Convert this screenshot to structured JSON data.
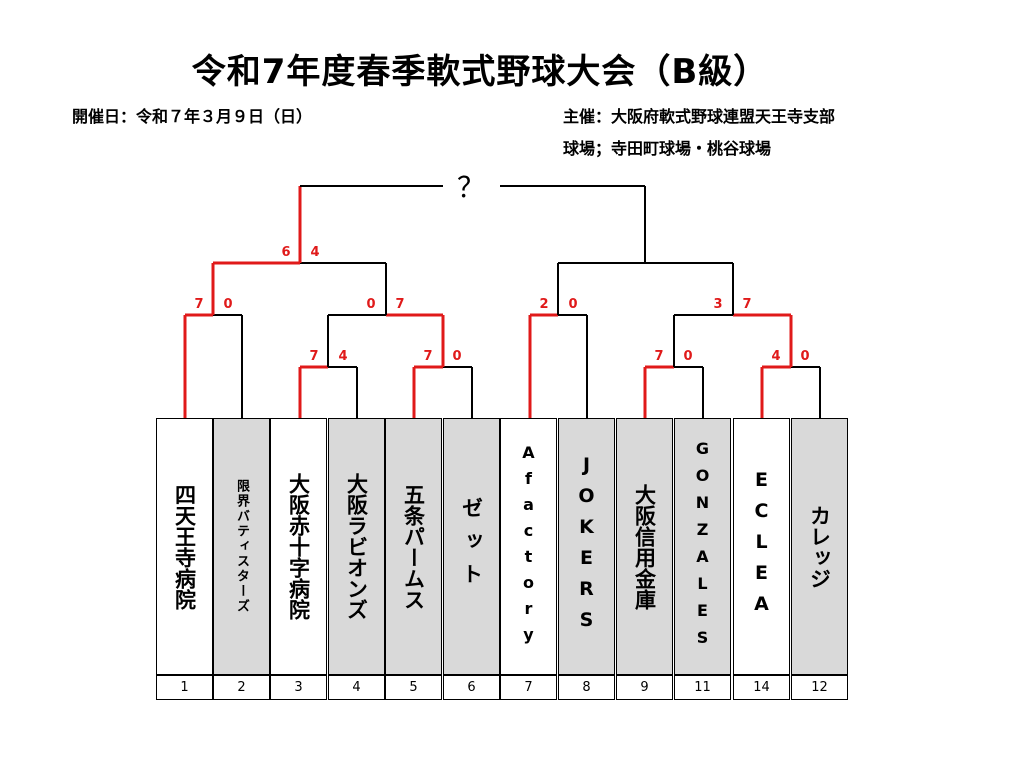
{
  "title": "令和7年度春季軟式野球大会（B級）",
  "date_line": "開催日：令和７年３月９日（日）",
  "organizer_line": "主催：大阪府軟式野球連盟天王寺支部",
  "venue_line": "球場；寺田町球場・桃谷球場",
  "champion_mark": "？",
  "colors": {
    "winner_line": "#e01a1a",
    "score": "#e01a1a",
    "shaded_cell": "#d9d9d9",
    "white_cell": "#ffffff"
  },
  "teams": [
    {
      "name": "四天王寺病院",
      "number": "1",
      "shaded": false
    },
    {
      "name": "限界バティスターズ",
      "number": "2",
      "shaded": true
    },
    {
      "name": "大阪赤十字病院",
      "number": "3",
      "shaded": false
    },
    {
      "name": "大阪ラビオンズ",
      "number": "4",
      "shaded": true
    },
    {
      "name": "五条パームス",
      "number": "5",
      "shaded": true
    },
    {
      "name": "ゼット",
      "number": "6",
      "shaded": true
    },
    {
      "name": "Afactory",
      "number": "7",
      "shaded": false
    },
    {
      "name": "JOKERS",
      "number": "8",
      "shaded": true
    },
    {
      "name": "大阪信用金庫",
      "number": "9",
      "shaded": true
    },
    {
      "name": "GONZALES",
      "number": "11",
      "shaded": true
    },
    {
      "name": "ECLEA",
      "number": "14",
      "shaded": false
    },
    {
      "name": "カレッジ",
      "number": "12",
      "shaded": true
    }
  ],
  "matches": [
    {
      "id": "r1-3v4",
      "score_left": "7",
      "score_right": "4"
    },
    {
      "id": "r1-5v6",
      "score_left": "7",
      "score_right": "0"
    },
    {
      "id": "r1-9v11",
      "score_left": "7",
      "score_right": "0"
    },
    {
      "id": "r1-14v12",
      "score_left": "4",
      "score_right": "0"
    },
    {
      "id": "qf-1v2",
      "score_left": "7",
      "score_right": "0"
    },
    {
      "id": "qf-3v5",
      "score_left": "0",
      "score_right": "7"
    },
    {
      "id": "qf-7v8",
      "score_left": "2",
      "score_right": "0"
    },
    {
      "id": "qf-9v14",
      "score_left": "3",
      "score_right": "7"
    },
    {
      "id": "sf-left",
      "score_left": "6",
      "score_right": "4"
    }
  ]
}
